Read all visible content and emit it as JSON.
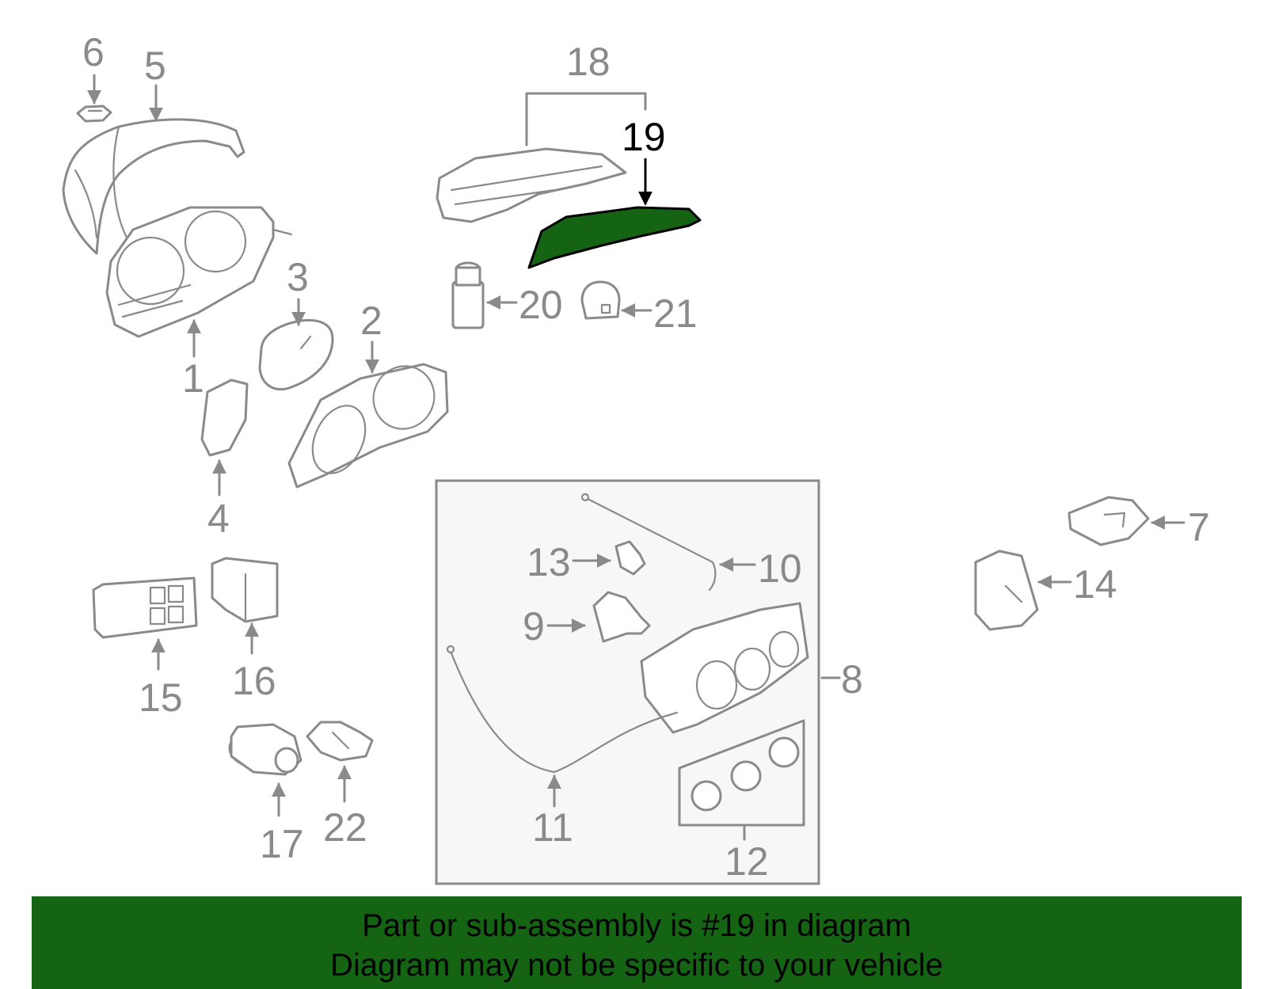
{
  "diagram": {
    "callouts": {
      "c1": "1",
      "c2": "2",
      "c3": "3",
      "c4": "4",
      "c5": "5",
      "c6": "6",
      "c7": "7",
      "c8": "8",
      "c9": "9",
      "c10": "10",
      "c11": "11",
      "c12": "12",
      "c13": "13",
      "c14": "14",
      "c15": "15",
      "c16": "16",
      "c17": "17",
      "c18": "18",
      "c19": "19",
      "c20": "20",
      "c21": "21",
      "c22": "22"
    },
    "highlighted_part": "19",
    "colors": {
      "line": "#8a8a8a",
      "highlight_fill": "#146414",
      "banner_bg": "#146414",
      "panel_bg": "#f7f7f7"
    }
  },
  "banner": {
    "line1": "Part or sub-assembly is #19 in diagram",
    "line2": "Diagram may not be specific to your vehicle"
  }
}
